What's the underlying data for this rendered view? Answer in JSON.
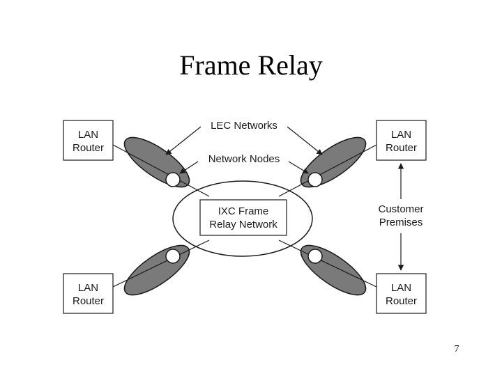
{
  "slide": {
    "title": "Frame Relay",
    "page_number": "7"
  },
  "diagram": {
    "routers": [
      {
        "line1": "LAN",
        "line2": "Router"
      },
      {
        "line1": "LAN",
        "line2": "Router"
      },
      {
        "line1": "LAN",
        "line2": "Router"
      },
      {
        "line1": "LAN",
        "line2": "Router"
      }
    ],
    "lec_networks_label": "LEC Networks",
    "network_nodes_label": "Network Nodes",
    "ixc_label_line1": "IXC Frame",
    "ixc_label_line2": "Relay Network",
    "customer_label_line1": "Customer",
    "customer_label_line2": "Premises"
  }
}
